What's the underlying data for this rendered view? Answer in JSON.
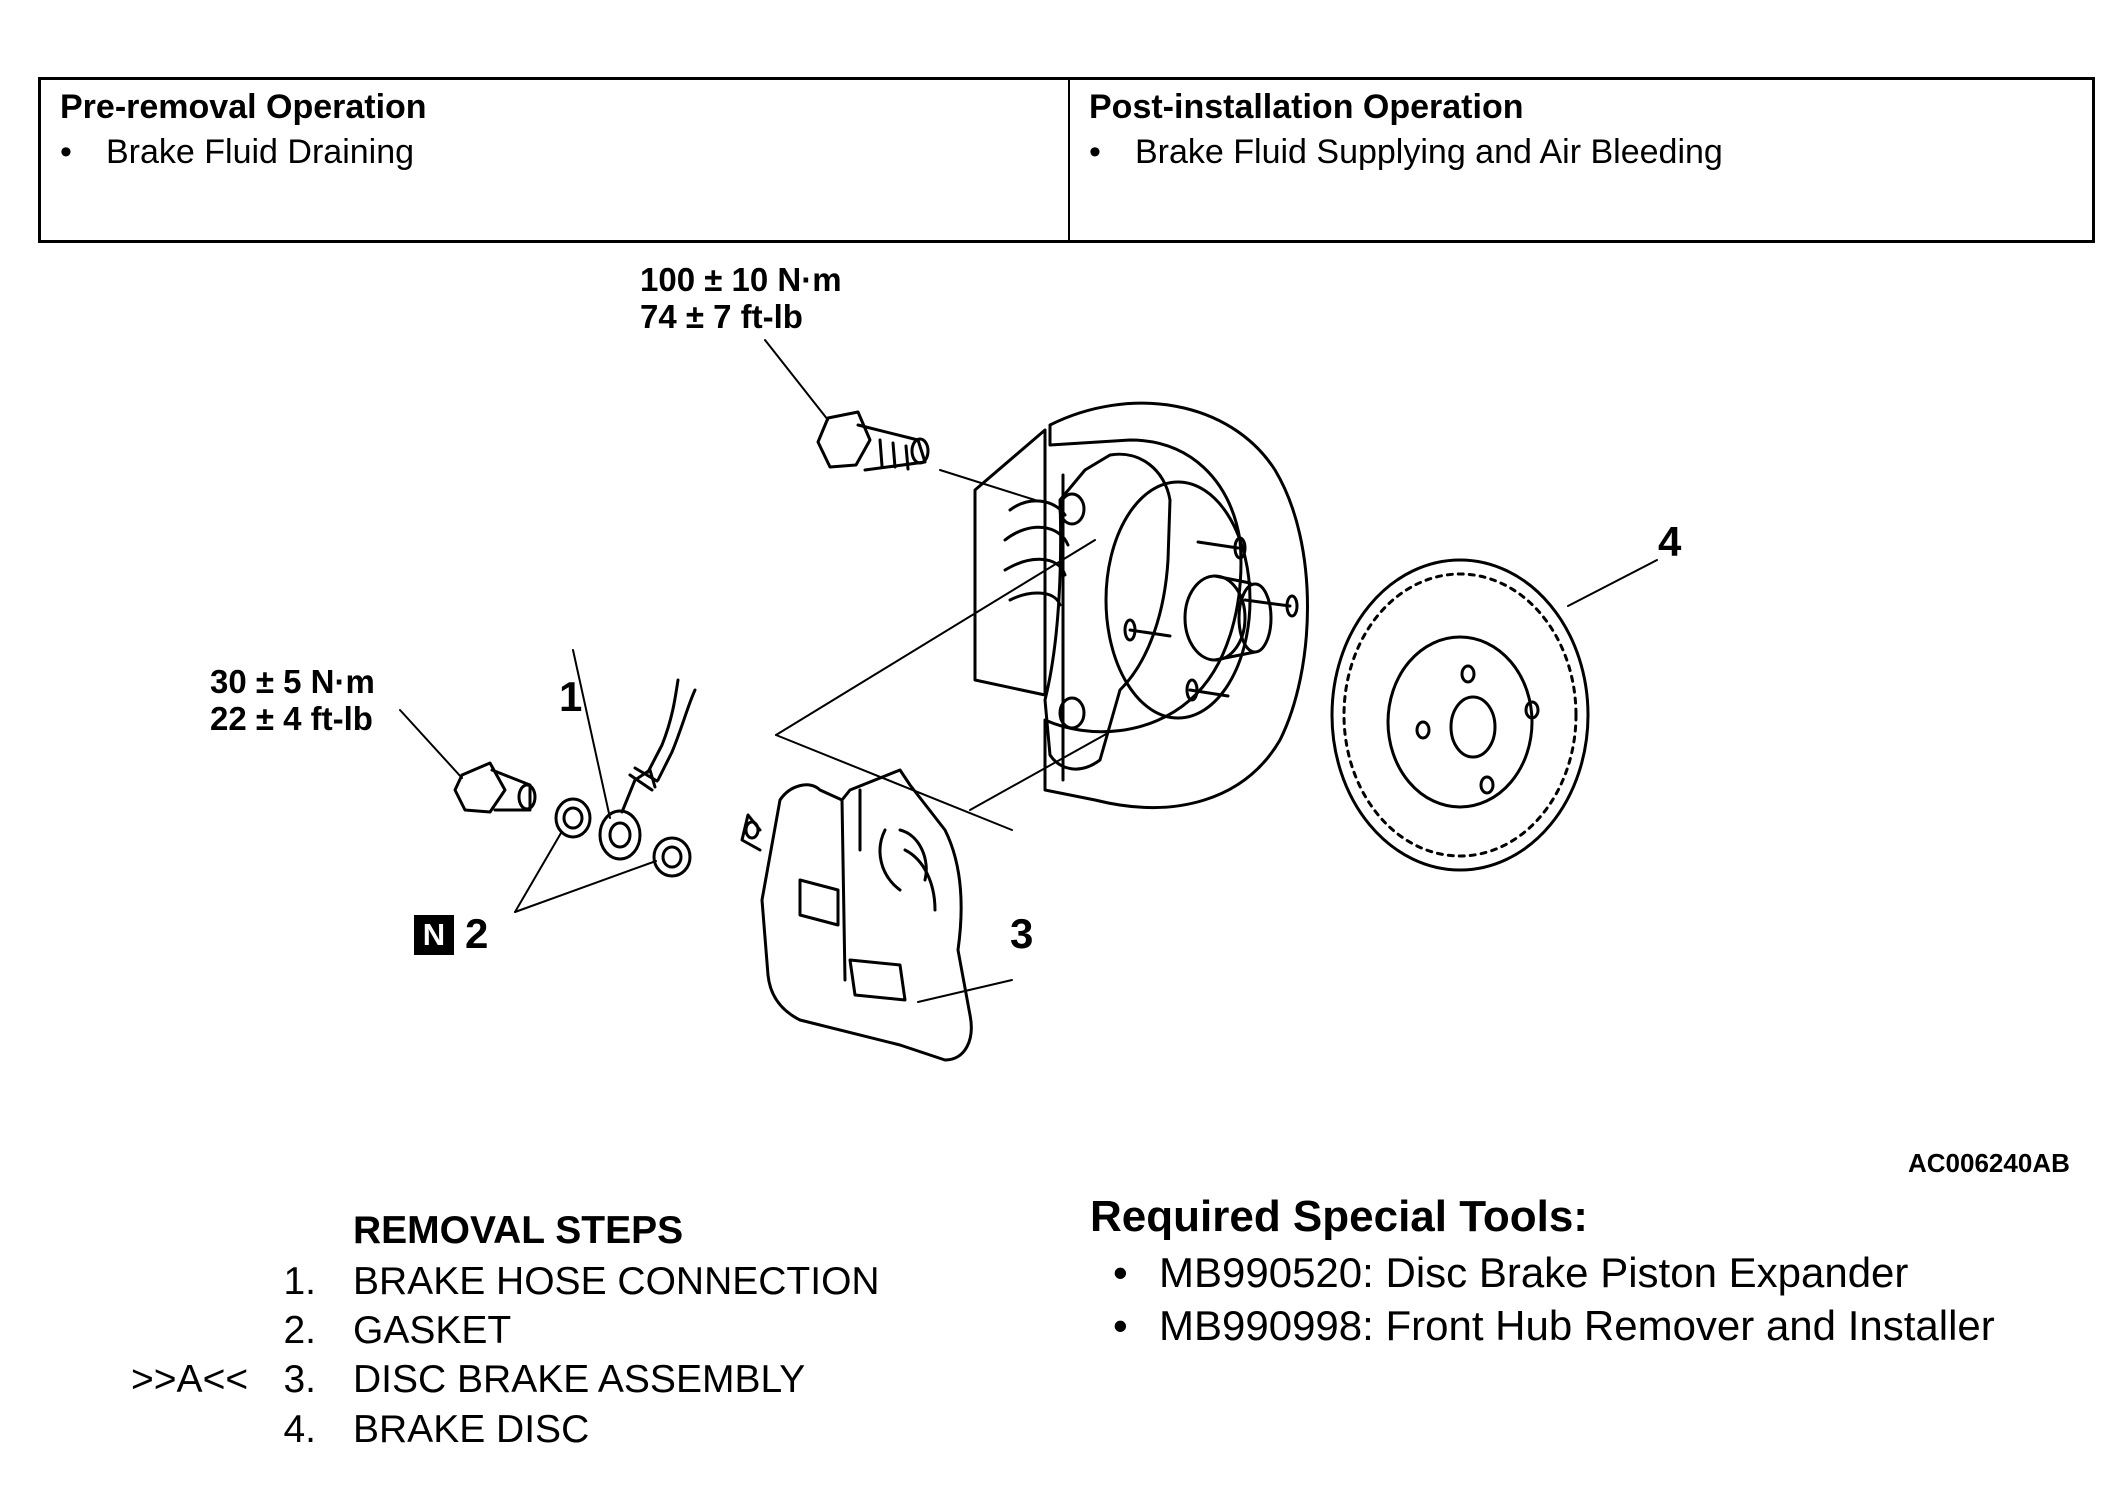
{
  "operations": {
    "pre": {
      "heading": "Pre-removal Operation",
      "items": [
        "Brake Fluid Draining"
      ]
    },
    "post": {
      "heading": "Post-installation Operation",
      "items": [
        "Brake Fluid Supplying and Air Bleeding"
      ]
    }
  },
  "diagram": {
    "torque_top": {
      "metric": "100 ± 10 N·m",
      "imperial": "74 ± 7 ft-lb"
    },
    "torque_left": {
      "metric": "30 ± 5 N·m",
      "imperial": "22 ± 4 ft-lb"
    },
    "callouts": {
      "c1": "1",
      "c2": "2",
      "c3": "3",
      "c4": "4",
      "new_part_badge": "N"
    },
    "figure_code": "AC006240AB"
  },
  "removal_steps": {
    "title": "REMOVAL STEPS",
    "steps": [
      {
        "num": "1.",
        "text": "BRAKE HOSE CONNECTION",
        "marker": ""
      },
      {
        "num": "2.",
        "text": "GASKET",
        "marker": ""
      },
      {
        "num": "3.",
        "text": "DISC BRAKE ASSEMBLY",
        "marker": ">>A<<"
      },
      {
        "num": "4.",
        "text": "BRAKE DISC",
        "marker": ""
      }
    ]
  },
  "special_tools": {
    "title": "Required Special Tools:",
    "items": [
      "MB990520: Disc Brake Piston Expander",
      "MB990998: Front Hub Remover and Installer"
    ]
  }
}
